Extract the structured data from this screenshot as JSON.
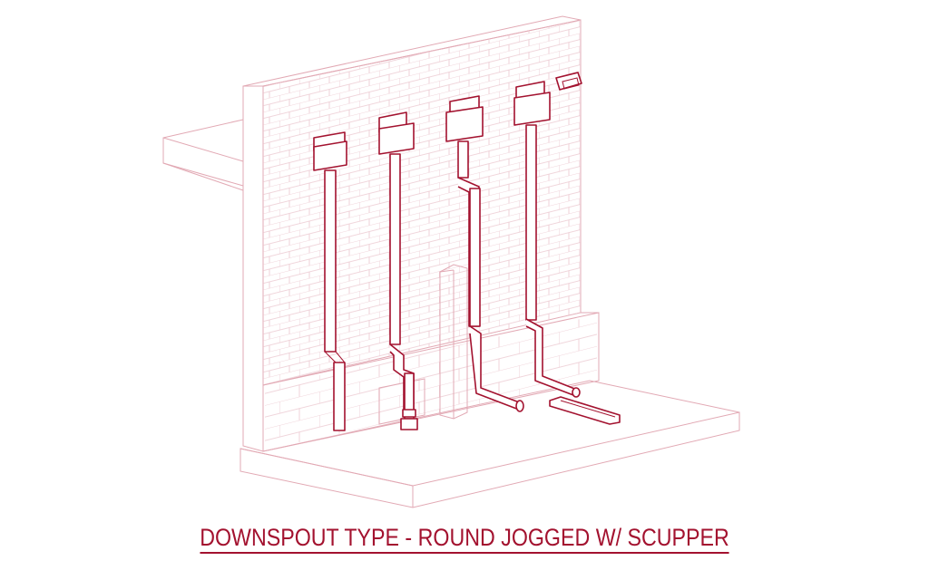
{
  "title": "DOWNSPOUT TYPE - ROUND JOGGED W/ SCUPPER",
  "colors": {
    "accent": "#a3122f",
    "outline_light": "#e2a9b4",
    "brick_lines": "#ecc7cf",
    "background": "#ffffff"
  },
  "diagram": {
    "elements": [
      {
        "name": "brick-wall",
        "description": "isometric brick wall with CMU base"
      },
      {
        "name": "roof-slab",
        "description": "slab projecting left of wall"
      },
      {
        "name": "ground-slab",
        "description": "concrete ground slab"
      },
      {
        "name": "pilaster",
        "description": "vertical pilaster at wall center"
      },
      {
        "name": "downspout-1",
        "type": "straight with single jog into ground"
      },
      {
        "name": "downspout-2",
        "type": "double jog into boot / drain"
      },
      {
        "name": "downspout-3",
        "type": "offset jog with elbow discharge"
      },
      {
        "name": "downspout-4",
        "type": "jog with elbow discharge onto splash block"
      },
      {
        "name": "scupper",
        "description": "wall scupper opening at top right"
      },
      {
        "name": "splash-block",
        "description": "splash block at base"
      }
    ]
  }
}
